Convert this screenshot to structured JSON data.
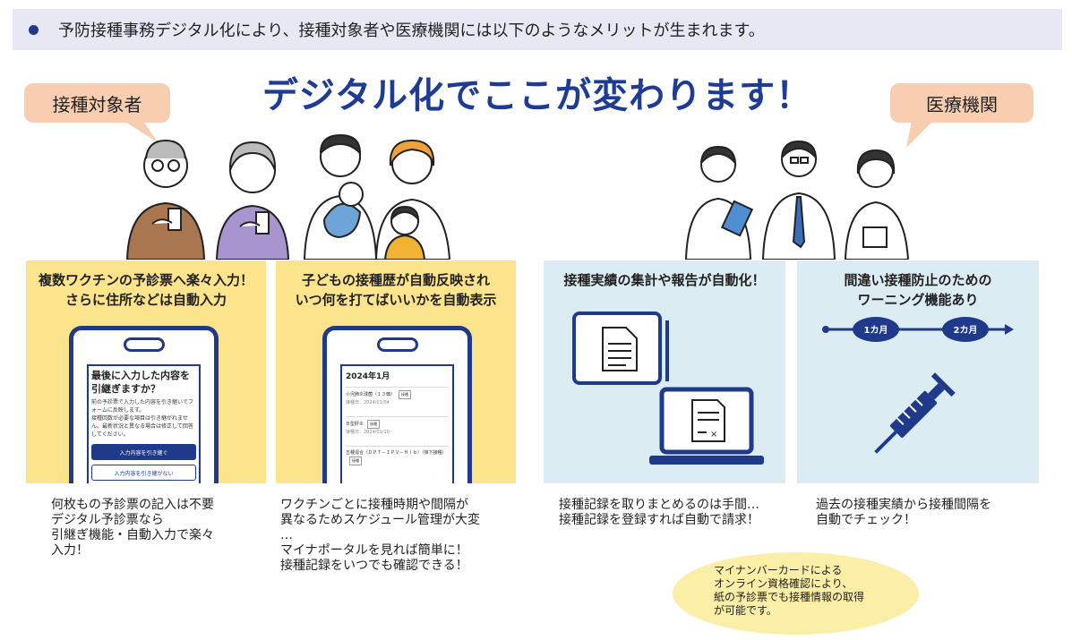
{
  "banner": {
    "text": "予防接種事務デジタル化により、接種対象者や医療機関には以下のようなメリットが生まれます。",
    "bullet_color": "#1f3a8a",
    "background": "#e7e8f3"
  },
  "headline": "デジタル化でここが変わります！",
  "bubbles": {
    "left": "接種対象者",
    "right": "医療機関",
    "color": "#f9cdb0"
  },
  "panels": [
    {
      "title": "複数ワクチンの予診票へ楽々入力！\nさらに住所などは自動入力",
      "description": "何枚もの予診票の記入は不要\nデジタル予診票なら\n引継ぎ機能・自動入力で楽々\n入力！",
      "color": "#fbe48c",
      "screen": {
        "heading": "最後に入力した内容を引継ぎますか？",
        "body": "前の予診票で入力した内容を引き継いでフォームに反映します。\n接種回数が必要な項目は引き継がれません。最新状況と異なる場合は修正して回答してください。",
        "primary_button": "入力内容を引き継ぐ",
        "secondary_button": "入力内容を引き継がない"
      }
    },
    {
      "title": "子どもの接種歴が自動反映され\nいつ何を打てばいいかを自動表示",
      "description": "ワクチンごとに接種時期や間隔が\n異なるためスケジュール管理が大変\n…\nマイナポータルを見れば簡単に！\n接種記録をいつでも確認できる！",
      "color": "#fbe48c",
      "screen": {
        "month": "2024年1月",
        "items": [
          {
            "name": "小児肺炎球菌（１３価）",
            "tag": "接種",
            "date": "接種日：2024/01/04"
          },
          {
            "name": "Ｂ型肝炎",
            "tag": "接種",
            "date": "接種日：2024/01/10"
          },
          {
            "name": "五種混合（ＤＰＴ－ＩＰＶ－Ｈｉｂ）（接下接種）",
            "tag": "接種",
            "date": ""
          }
        ]
      }
    },
    {
      "title": "接種実績の集計や報告が自動化！",
      "description": "接種記録を取りまとめるのは手間…\n接種記録を登録すれば自動で請求！",
      "color": "#dbecf2"
    },
    {
      "title": "間違い接種防止のための\nワーニング機能あり",
      "description": "過去の接種実績から接種間隔を\n自動でチェック！",
      "color": "#dbecf2",
      "timeline": [
        "1カ月",
        "2カ月"
      ]
    }
  ],
  "note": "マイナンバーカードによる\nオンライン資格確認により、\n紙の予診票でも接種情報の取得\nが可能です。",
  "colors": {
    "navy": "#1f3a8a",
    "headline": "#1e3c94",
    "note_bg": "#fbeea6"
  }
}
